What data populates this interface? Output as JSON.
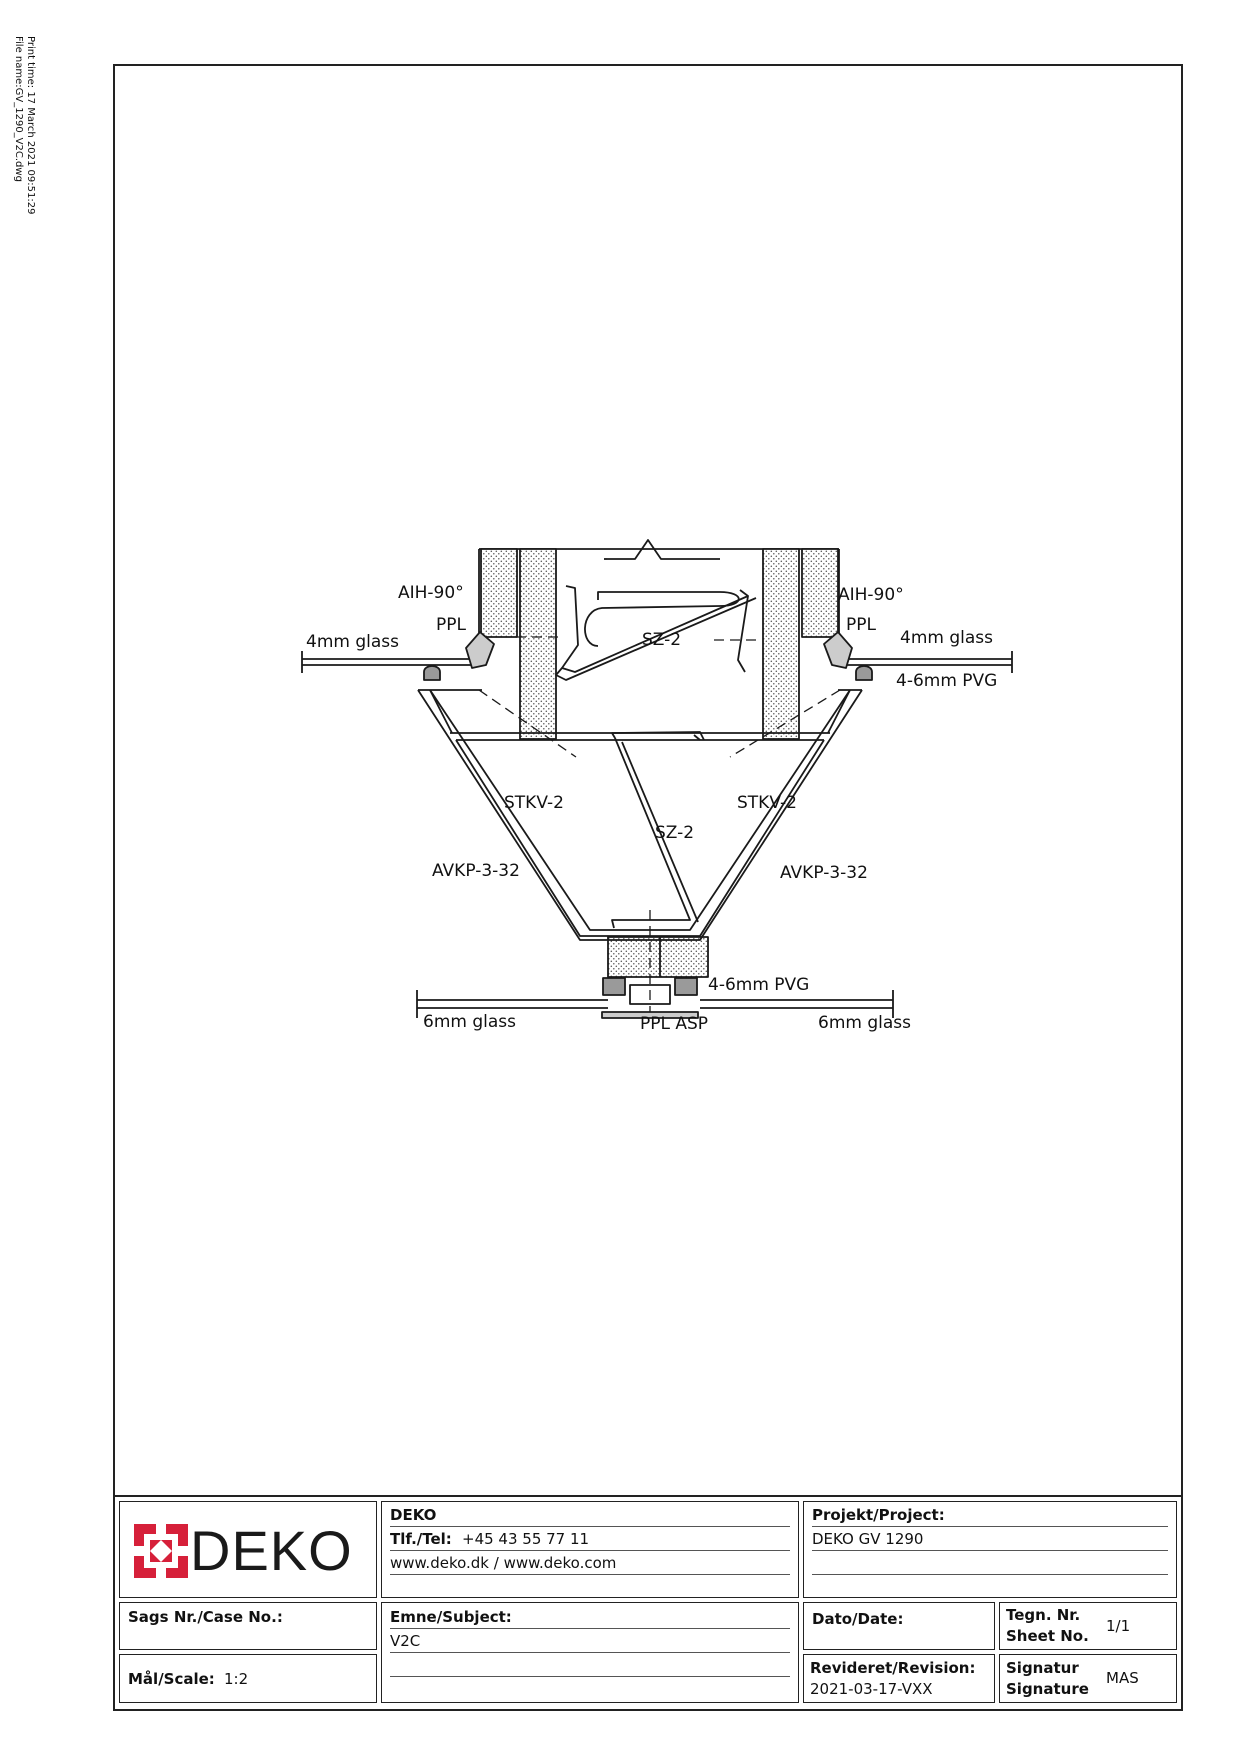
{
  "print_info": {
    "print_time": "Print time: 17 March 2021 09:51:29",
    "file_name": "File name:GV_1290_V2C.dwg"
  },
  "drawing": {
    "labels": {
      "aih_left": "AIH-90°",
      "aih_right": "AIH-90°",
      "ppl_left": "PPL",
      "ppl_right": "PPL",
      "glass_4mm_left": "4mm glass",
      "glass_4mm_right": "4mm glass",
      "pvg_upper": "4-6mm PVG",
      "sz2_upper": "SZ-2",
      "sz2_lower": "SZ-2",
      "stkv_left": "STKV-2",
      "stkv_right": "STKV-2",
      "avkp_left": "AVKP-3-32",
      "avkp_right": "AVKP-3-32",
      "pvg_lower": "4-6mm PVG",
      "glass_6mm_left": "6mm glass",
      "glass_6mm_right": "6mm glass",
      "ppl_asp": "PPL ASP"
    },
    "colors": {
      "line": "#1a1a1a",
      "gasket": "#9a9a9a",
      "logo_red": "#d6203a"
    }
  },
  "title_block": {
    "company": "DEKO",
    "tel_label": "Tlf./Tel:",
    "tel_value": "+45 43 55 77 11",
    "web": "www.deko.dk / www.deko.com",
    "project_label": "Projekt/Project:",
    "project_value": "DEKO GV 1290",
    "case_label": "Sags Nr./Case No.:",
    "subject_label": "Emne/Subject:",
    "subject_value": "V2C",
    "date_label": "Dato/Date:",
    "sheet_label_1": "Tegn. Nr.",
    "sheet_label_2": "Sheet No.",
    "sheet_value": "1/1",
    "scale_label": "Mål/Scale:",
    "scale_value": "1:2",
    "revision_label": "Revideret/Revision:",
    "revision_value": "2021-03-17-VXX",
    "signature_label_1": "Signatur",
    "signature_label_2": "Signature",
    "signature_value": "MAS",
    "logo_text": "DEKO"
  }
}
